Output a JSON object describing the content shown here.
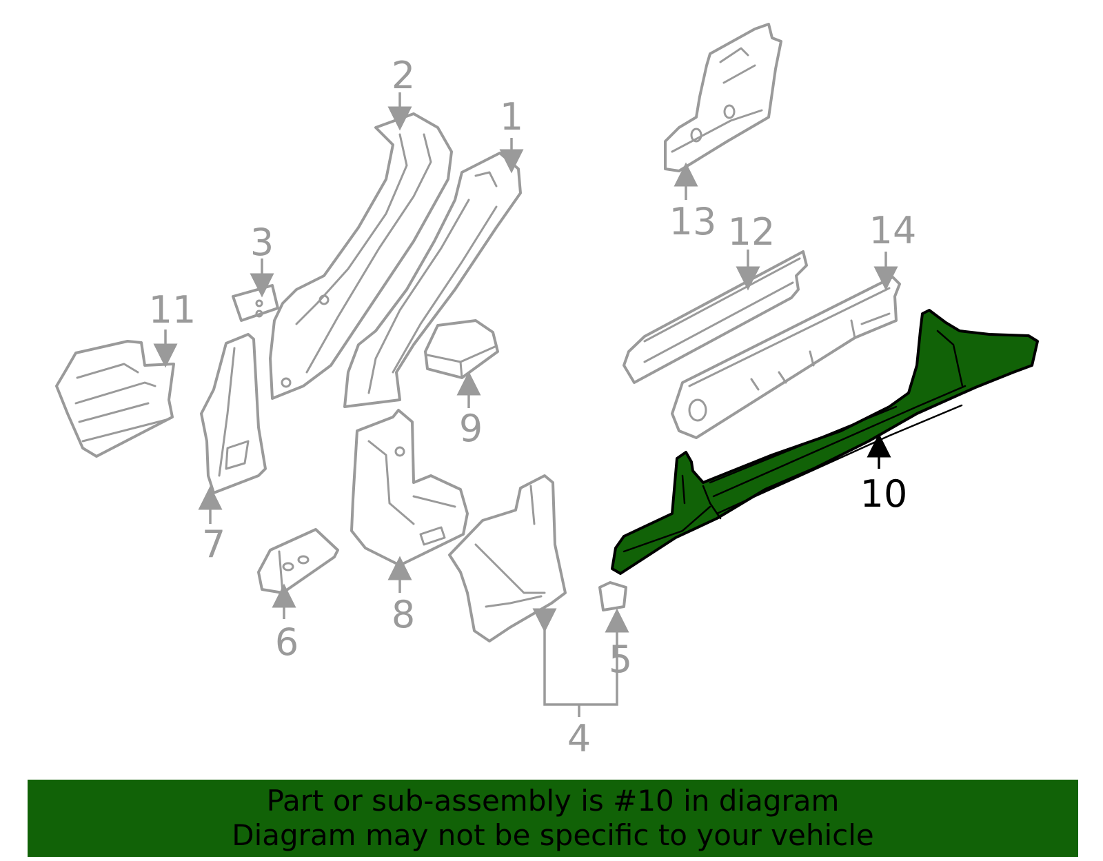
{
  "diagram": {
    "highlight_color": "#116207",
    "line_color": "#9a9a9a",
    "highlighted_part": "10",
    "callouts": {
      "c1": "1",
      "c2": "2",
      "c3": "3",
      "c4": "4",
      "c5": "5",
      "c6": "6",
      "c7": "7",
      "c8": "8",
      "c9": "9",
      "c10": "10",
      "c11": "11",
      "c12": "12",
      "c13": "13",
      "c14": "14"
    }
  },
  "banner": {
    "line1": "Part or sub-assembly is #10 in diagram",
    "line2": "Diagram may not be specific to your vehicle"
  }
}
